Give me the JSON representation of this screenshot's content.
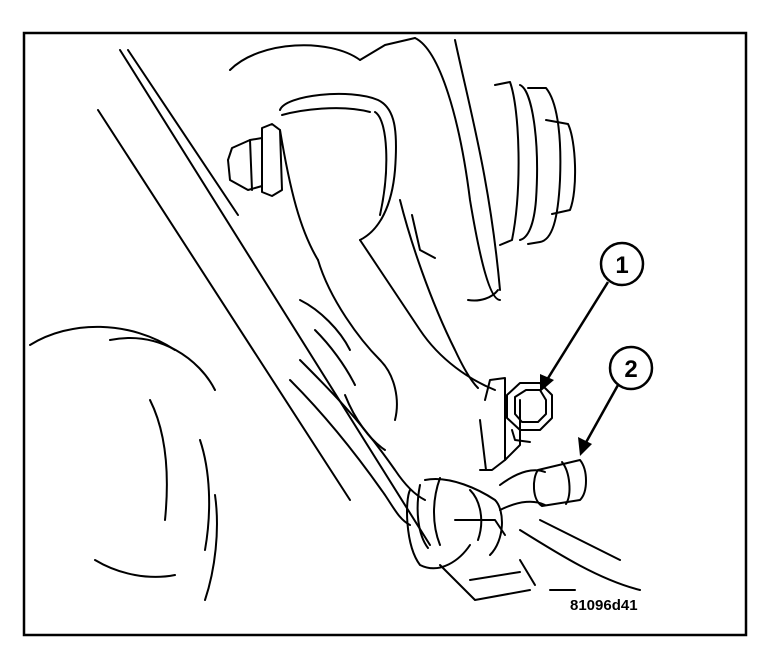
{
  "figure": {
    "callouts": [
      {
        "number": "1"
      },
      {
        "number": "2"
      }
    ],
    "figure_id": "81096d41",
    "line_color": "#000000",
    "background_color": "#ffffff"
  }
}
